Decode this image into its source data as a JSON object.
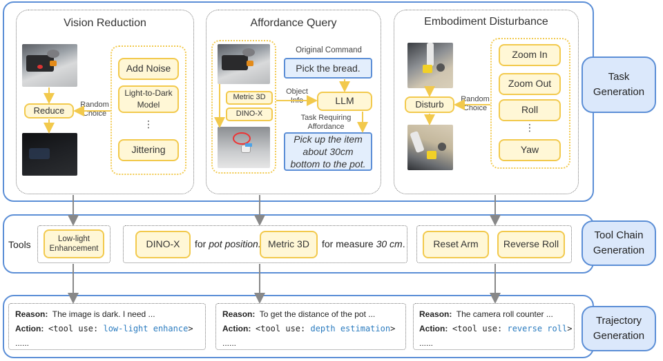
{
  "task": {
    "label": "Task\nGeneration",
    "vision": {
      "title": "Vision Reduction",
      "methods": [
        "Add Noise",
        "Light-to-Dark\nModel",
        "Jittering"
      ],
      "dots": "⋮",
      "action": "Reduce",
      "choice": "Random\nChoice"
    },
    "affordance": {
      "title": "Affordance Query",
      "tools": [
        "Metric 3D",
        "DINO-X"
      ],
      "object_info": "Object\nInfo",
      "original_label": "Original Command",
      "original_cmd": "Pick the bread.",
      "llm": "LLM",
      "requiring": "Task Requiring\nAffordance",
      "result": "Pick up the item\nabout 30cm\nbottom to the pot."
    },
    "embodiment": {
      "title": "Embodiment Disturbance",
      "methods": [
        "Zoom In",
        "Zoom Out",
        "Roll",
        "Yaw"
      ],
      "dots": "⋮",
      "action": "Disturb",
      "choice": "Random\nChoice"
    }
  },
  "tool": {
    "label": "Tool Chain\nGeneration",
    "tools_label": "Tools",
    "lowlight": "Low-light\nEnhancement",
    "dino": "DINO-X",
    "for_pot": "for pot position.",
    "metric": "Metric 3D",
    "for_measure": "for measure 30 cm.",
    "reset": "Reset Arm",
    "reverse": "Reverse Roll"
  },
  "traj": {
    "label": "Trajectory\nGeneration",
    "reason_label": "Reason:",
    "action_label": "Action:",
    "tool_prefix": "<tool use: ",
    "tool_suffix": ">",
    "ellipsis": "......",
    "items": [
      {
        "reason": "The image is dark. I need ...",
        "tool": "low-light enhance"
      },
      {
        "reason": "To get the distance of the pot ...",
        "tool": "depth estimation"
      },
      {
        "reason": "The camera roll counter ...",
        "tool": "reverse roll"
      }
    ]
  }
}
